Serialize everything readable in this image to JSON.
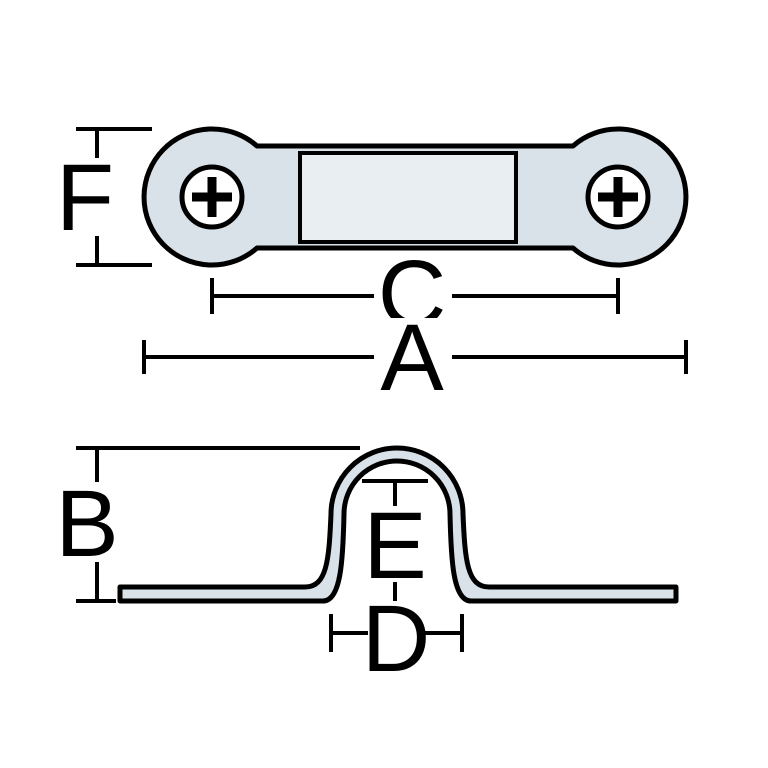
{
  "colors": {
    "metal": "#d9e2e9",
    "raised_band": "#e9eef3",
    "hole": "#ffffff",
    "line": "#000000",
    "background": "#ffffff"
  },
  "dimensions": {
    "top_view": {
      "end_height": "F",
      "hole_spacing": "C",
      "overall_length": "A"
    },
    "side_view": {
      "overall_height": "B",
      "inner_height": "E",
      "inner_width": "D"
    }
  }
}
